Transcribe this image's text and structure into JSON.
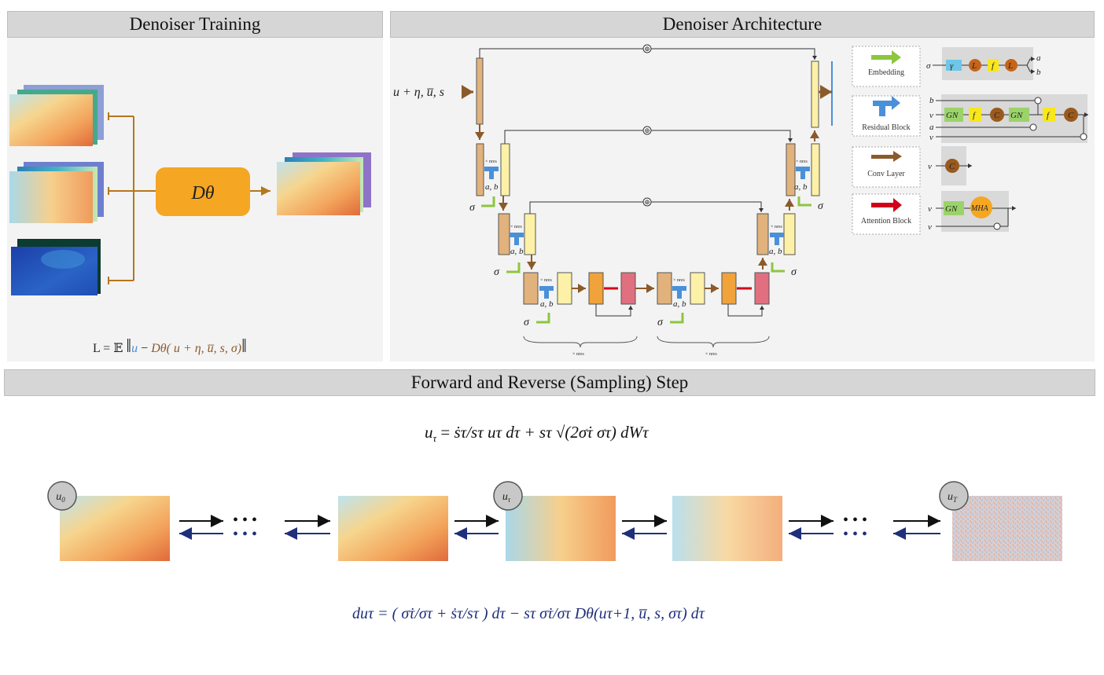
{
  "headers": {
    "training": "Denoiser Training",
    "architecture": "Denoiser Architecture",
    "sampling": "Forward and Reverse (Sampling) Step"
  },
  "training": {
    "denoiser_label": "Dθ",
    "loss_lhs": "L = 𝔼",
    "loss_u": "u",
    "loss_minus": "−",
    "loss_rest": "Dθ( u + η, u̅, s, σ)"
  },
  "architecture": {
    "input_label": "u + η, u̅, s",
    "sigma": "σ",
    "ab": "a, b",
    "xnres": "× nres",
    "plus": "⊕",
    "legend": [
      {
        "label": "Embedding",
        "color": "#8dc63f",
        "seq": "σ → γ → L → f → L → a, b"
      },
      {
        "label": "Residual Block",
        "color": "#4a90d9",
        "seq": "b, v, a, v"
      },
      {
        "label": "Conv Layer",
        "color": "#8b5a2b",
        "seq": "v → C"
      },
      {
        "label": "Attention Block",
        "color": "#d0021b",
        "seq": "v → GN → MHA"
      }
    ],
    "legend_nodes": {
      "gamma": "γ",
      "L": "L",
      "f": "f",
      "C": "C",
      "GN": "GN",
      "MHA": "MHA",
      "a": "a",
      "b": "b",
      "v": "v",
      "sig": "σ"
    }
  },
  "sampling": {
    "forward_eq_lhs": "u",
    "forward_eq_sub": "τ",
    "forward_eq_rhs": "ṡτ/sτ uτ dτ + sτ √(2σ̇τ στ) dWτ",
    "reverse_eq": "duτ = ( σ̇τ/στ + ṡτ/sτ ) dτ − sτ σ̇τ/στ Dθ(uτ+1, u̅, s, στ) dτ",
    "nodes": [
      {
        "label": "u",
        "sub": "0"
      },
      {
        "label": "u",
        "sub": "τ"
      },
      {
        "label": "u",
        "sub": "T"
      }
    ],
    "dots": "• • •"
  },
  "colors": {
    "header_bg": "#d6d6d6",
    "panel_bg": "#f3f3f3",
    "denoiser_box": "#f5a623",
    "bracket": "#b5761c",
    "blue_eq": "#1f2f7a",
    "brown": "#8b5a2b",
    "green": "#8dc63f",
    "blue": "#4a90d9",
    "red": "#d0021b"
  }
}
